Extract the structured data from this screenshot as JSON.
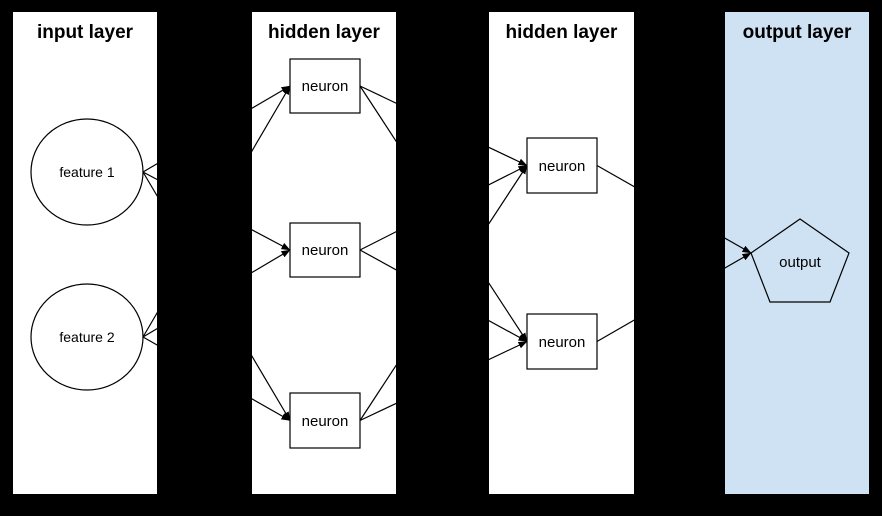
{
  "diagram": {
    "layers": [
      {
        "title": "input layer",
        "panel_color": "#ffffff",
        "nodes": [
          {
            "id": "feature-1",
            "label": "feature 1",
            "shape": "circle"
          },
          {
            "id": "feature-2",
            "label": "feature 2",
            "shape": "circle"
          }
        ]
      },
      {
        "title": "hidden layer",
        "panel_color": "#ffffff",
        "nodes": [
          {
            "id": "h1-neuron-1",
            "label": "neuron",
            "shape": "rectangle"
          },
          {
            "id": "h1-neuron-2",
            "label": "neuron",
            "shape": "rectangle"
          },
          {
            "id": "h1-neuron-3",
            "label": "neuron",
            "shape": "rectangle"
          }
        ]
      },
      {
        "title": "hidden layer",
        "panel_color": "#ffffff",
        "nodes": [
          {
            "id": "h2-neuron-1",
            "label": "neuron",
            "shape": "rectangle"
          },
          {
            "id": "h2-neuron-2",
            "label": "neuron",
            "shape": "rectangle"
          }
        ]
      },
      {
        "title": "output layer",
        "panel_color": "#cfe2f3",
        "nodes": [
          {
            "id": "output",
            "label": "output",
            "shape": "pentagon"
          }
        ]
      }
    ],
    "edges": [
      {
        "from": "feature-1",
        "to": "h1-neuron-1"
      },
      {
        "from": "feature-1",
        "to": "h1-neuron-2"
      },
      {
        "from": "feature-1",
        "to": "h1-neuron-3"
      },
      {
        "from": "feature-2",
        "to": "h1-neuron-1"
      },
      {
        "from": "feature-2",
        "to": "h1-neuron-2"
      },
      {
        "from": "feature-2",
        "to": "h1-neuron-3"
      },
      {
        "from": "h1-neuron-1",
        "to": "h2-neuron-1"
      },
      {
        "from": "h1-neuron-1",
        "to": "h2-neuron-2"
      },
      {
        "from": "h1-neuron-2",
        "to": "h2-neuron-1"
      },
      {
        "from": "h1-neuron-2",
        "to": "h2-neuron-2"
      },
      {
        "from": "h1-neuron-3",
        "to": "h2-neuron-1"
      },
      {
        "from": "h1-neuron-3",
        "to": "h2-neuron-2"
      },
      {
        "from": "h2-neuron-1",
        "to": "output"
      },
      {
        "from": "h2-neuron-2",
        "to": "output"
      }
    ]
  },
  "colors": {
    "background": "#000000",
    "panel": "#ffffff",
    "output_panel": "#cfe2f3",
    "stroke": "#000000",
    "text": "#000000"
  }
}
